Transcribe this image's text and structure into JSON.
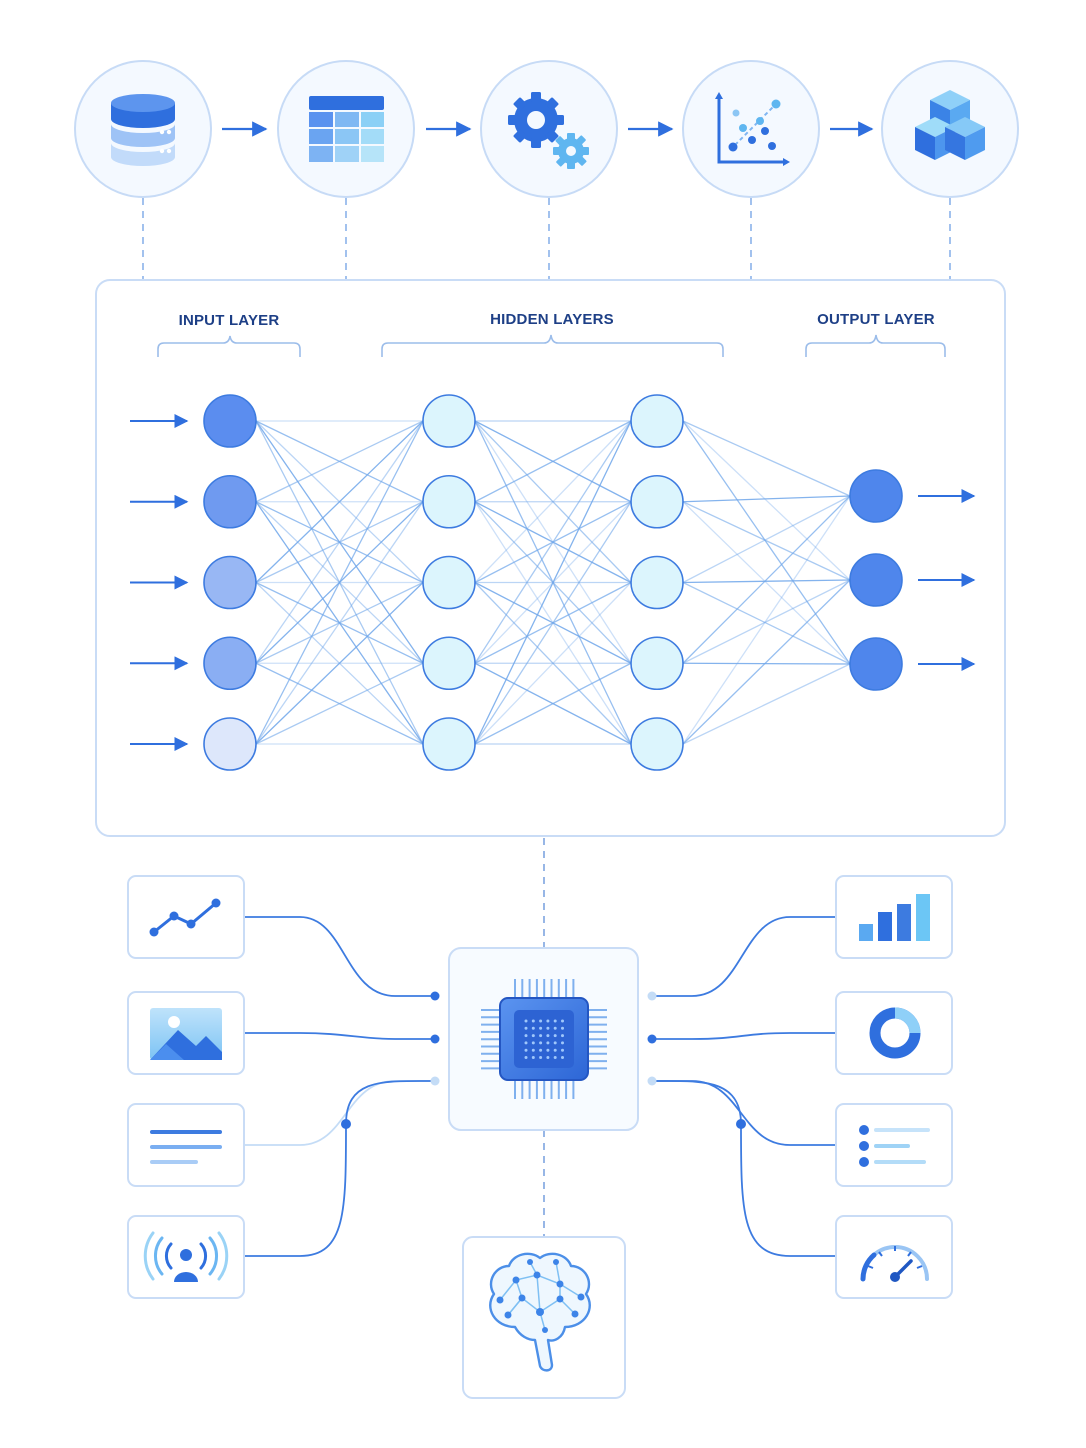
{
  "layers": {
    "input_label": "INPUT LAYER",
    "hidden_label": "HIDDEN LAYERS",
    "output_label": "OUTPUT LAYER"
  },
  "pipeline": {
    "steps": [
      {
        "icon": "database-icon"
      },
      {
        "icon": "table-icon"
      },
      {
        "icon": "gears-icon"
      },
      {
        "icon": "scatter-chart-icon"
      },
      {
        "icon": "cube-icon"
      }
    ]
  },
  "network": {
    "input_nodes": 5,
    "hidden_layers": [
      5,
      5
    ],
    "output_nodes": 3,
    "input_fills": [
      "#5b8def",
      "#6f9af0",
      "#98b7f4",
      "#8aaef3",
      "#dde7fb"
    ]
  },
  "data_sources": {
    "left": [
      {
        "icon": "line-chart-icon"
      },
      {
        "icon": "image-icon"
      },
      {
        "icon": "text-lines-icon"
      },
      {
        "icon": "signal-broadcast-icon"
      }
    ],
    "right": [
      {
        "icon": "bar-chart-icon"
      },
      {
        "icon": "donut-chart-icon"
      },
      {
        "icon": "bullet-list-icon"
      },
      {
        "icon": "gauge-icon"
      }
    ]
  },
  "center": {
    "icon": "cpu-chip-icon"
  },
  "bottom": {
    "icon": "brain-network-icon"
  },
  "colors": {
    "primary": "#2f6fde",
    "node_dark": "#4f86ec",
    "node_light": "#dcf5fd",
    "node_stroke": "#3d7be0",
    "panel_border": "#c9dcf6",
    "line": "#6fa6ea",
    "label": "#1d3f86"
  }
}
